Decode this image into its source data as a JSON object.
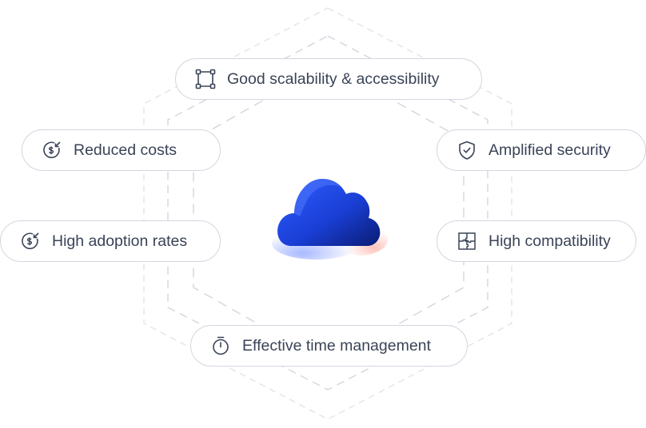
{
  "features": {
    "scalability": {
      "label": "Good scalability & accessibility",
      "icon": "scalability-frame-icon"
    },
    "costs": {
      "label": "Reduced costs",
      "icon": "dollar-arrow-icon"
    },
    "security": {
      "label": "Amplified security",
      "icon": "shield-check-icon"
    },
    "adoption": {
      "label": "High adoption rates",
      "icon": "dollar-arrow-icon"
    },
    "compatibility": {
      "label": "High compatibility",
      "icon": "puzzle-icon"
    },
    "time": {
      "label": "Effective time management",
      "icon": "stopwatch-icon"
    }
  },
  "center": {
    "icon": "cloud-icon"
  },
  "colors": {
    "text": "#3a4357",
    "border": "#d3d6df",
    "dash": "#d5d8de",
    "cloud_light": "#2f5dff",
    "cloud_dark": "#0a1c72",
    "glow": "#ff7a6a"
  }
}
